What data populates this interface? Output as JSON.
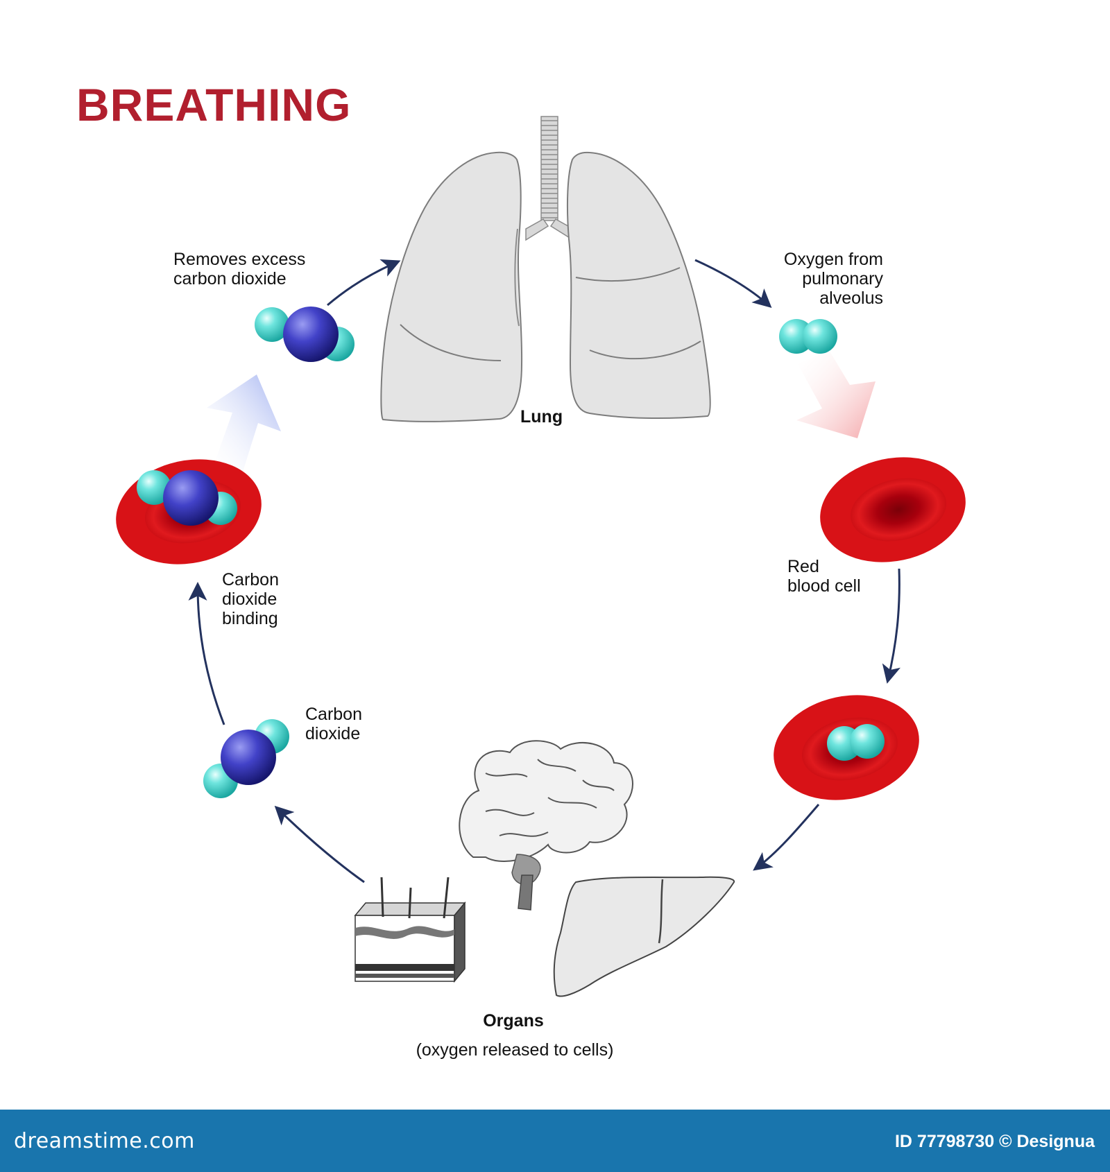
{
  "title": "BREATHING",
  "labels": {
    "lung": "Lung",
    "oxygen_from": "Oxygen from\npulmonary\nalveolus",
    "red_blood_cell": "Red\nblood cell",
    "organs": "Organs",
    "organs_note": "(oxygen released to cells)",
    "carbon_dioxide": "Carbon\ndioxide",
    "co2_binding": "Carbon\ndioxide\nbinding",
    "removes_co2": "Removes excess\ncarbon dioxide"
  },
  "footer": {
    "brand": "dreamstime.com",
    "image_id": "ID 77798730 © Designua"
  },
  "colors": {
    "title": "#b11f2e",
    "arrow": "#23325e",
    "footer": "#1975ad",
    "oxygen_atom": "#46d6cf",
    "carbon_atom": "#3b3bbd",
    "blood_cell": "#d40f14"
  }
}
